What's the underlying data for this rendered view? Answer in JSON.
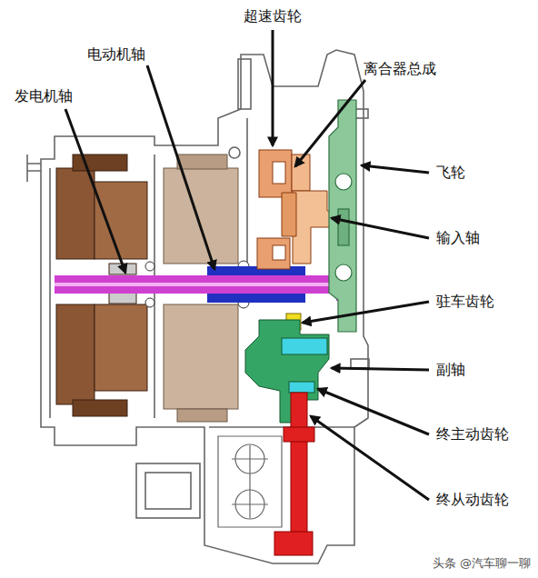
{
  "diagram": {
    "labels": [
      "超速齿轮",
      "电动机轴",
      "发电机轴",
      "离合器总成",
      "飞轮",
      "输入轴",
      "驻车齿轮",
      "副轴",
      "终主动齿轮",
      "终从动齿轮",
      "头条 @汽车聊一聊"
    ]
  }
}
